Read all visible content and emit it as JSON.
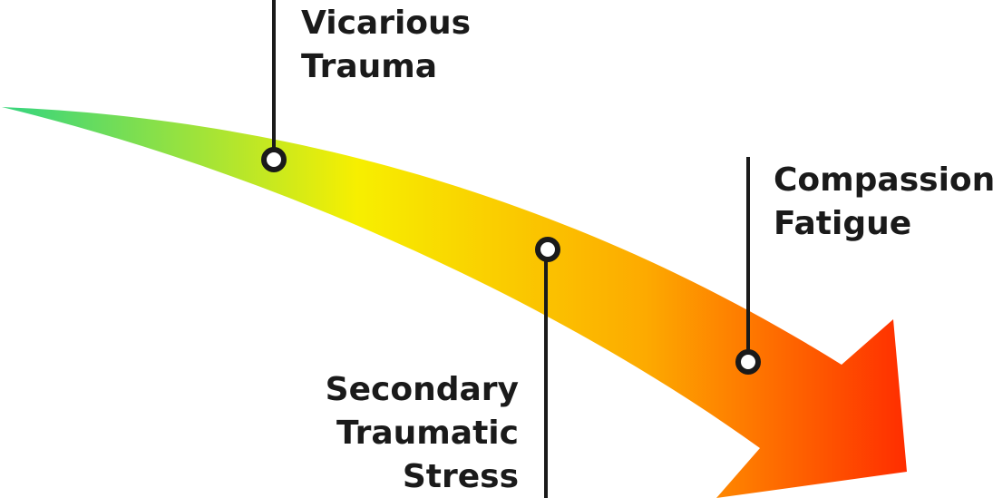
{
  "labels": {
    "vicarious": {
      "line1": "Vicarious",
      "line2": "Trauma"
    },
    "compassion": {
      "line1": "Compassion",
      "line2": "Fatigue"
    },
    "secondary": {
      "line1": "Secondary",
      "line2": "Traumatic",
      "line3": "Stress"
    }
  },
  "colors": {
    "gradient_start": "#3dd67a",
    "gradient_mid": "#f7ef00",
    "gradient_orange": "#fdaa00",
    "gradient_end": "#ff2a00",
    "line": "#1a1a1a",
    "text": "#1a1a1a"
  }
}
